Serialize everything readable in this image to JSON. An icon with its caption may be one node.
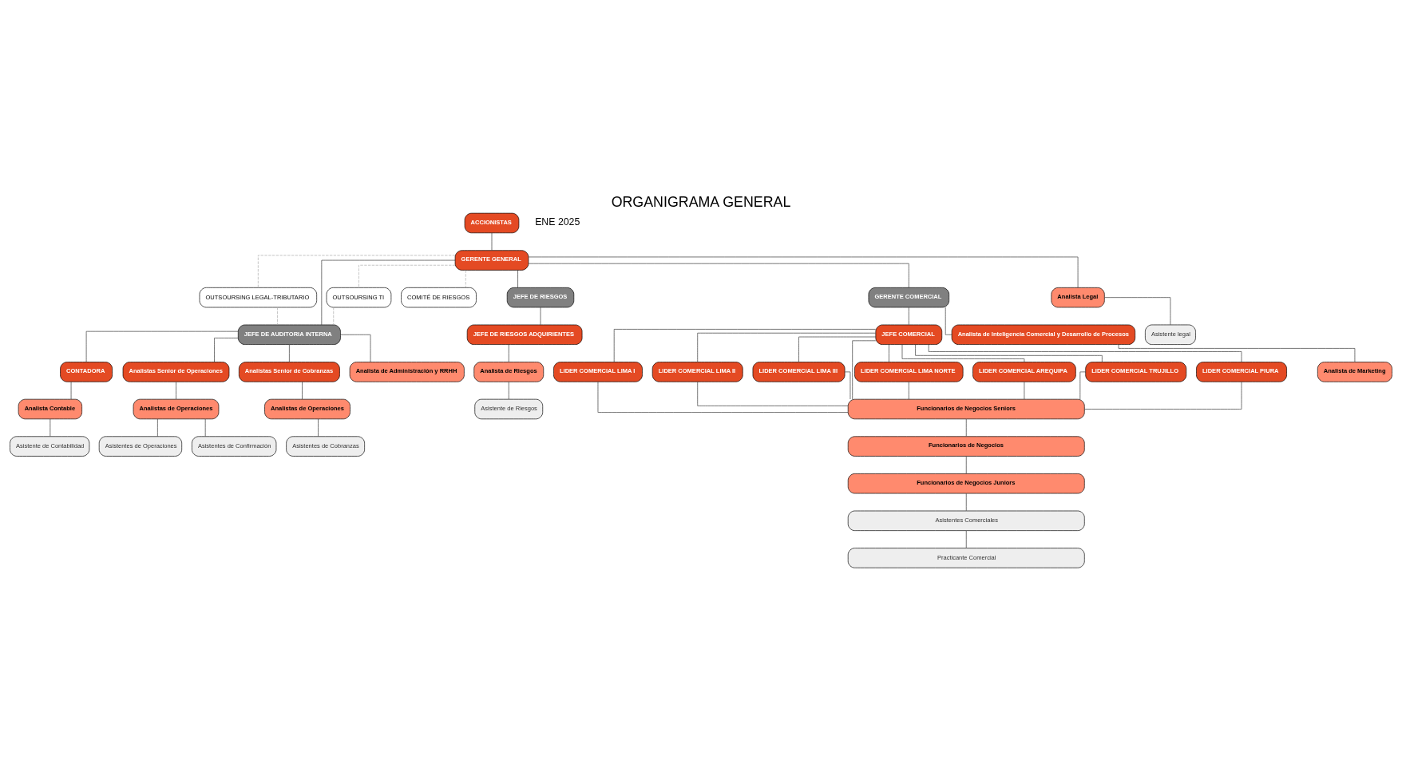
{
  "diagram": {
    "title": "ORGANIGRAMA GENERAL",
    "nodes": [
      {
        "text": [
          "ACCIONISTAS"
        ]
      },
      {
        "text": [
          "GERENTE GENERAL"
        ]
      },
      {
        "text": [
          "OUTSOURSING LEGAL-TRIBUTARIO"
        ]
      },
      {
        "text": [
          "OUTSOURSING TI"
        ]
      },
      {
        "text": [
          "COMITÉ DE RIESGOS"
        ]
      },
      {
        "text": [
          "JEFE DE AUDITORIA INTERNA"
        ]
      },
      {
        "text": [
          "JEFE DE RIESGOS"
        ]
      },
      {
        "text": [
          "GERENTE COMERCIAL"
        ]
      },
      {
        "text": [
          "JEFE COMERCIAL"
        ]
      },
      {
        "text": [
          "CONTADORA"
        ]
      },
      {
        "text": [
          "JEFE DE RIESGOS ADQUIRIENTES"
        ]
      },
      {
        "text": [
          "LIDER COMERCIAL LIMA I"
        ]
      },
      {
        "text": [
          "LIDER COMERCIAL LIMA II"
        ]
      },
      {
        "text": [
          "LIDER COMERCIAL LIMA III"
        ]
      },
      {
        "text": [
          "LIDER COMERCIAL LIMA NORTE"
        ]
      },
      {
        "text": [
          "LIDER COMERCIAL AREQUIPA"
        ]
      },
      {
        "text": [
          "LIDER COMERCIAL TRUJILLO"
        ]
      },
      {
        "text": [
          "LIDER COMERCIAL PIURA"
        ]
      },
      {
        "text": [
          "Analistas Senior de Operaciones"
        ]
      },
      {
        "text": [
          "Analistas Senior de Cobranzas"
        ]
      },
      {
        "text": [
          "Analista de Inteligencia Comercial y Desarrollo de Procesos"
        ]
      },
      {
        "text": [
          "Funcionarios de Negocios Seniors"
        ]
      },
      {
        "text": [
          "Funcionarios de Negocios"
        ]
      },
      {
        "text": [
          "Funcionarios de Negocios Juniors"
        ]
      },
      {
        "text": [
          "Analista Contable"
        ]
      },
      {
        "text": [
          "Analista de Administración y RRHH"
        ]
      },
      {
        "text": [
          "Analistas de Operaciones"
        ]
      },
      {
        "text": [
          "Analistas de Operaciones"
        ]
      },
      {
        "text": [
          "Analista de Riesgos"
        ]
      },
      {
        "text": [
          "Analista de Marketing"
        ]
      },
      {
        "text": [
          "Analista Legal"
        ]
      },
      {
        "text": [
          "Asistente de Contabilidad"
        ]
      },
      {
        "text": [
          "Asistentes de Operaciones"
        ]
      },
      {
        "text": [
          "Asistentes de Confirmación"
        ]
      },
      {
        "text": [
          "Asistentes de Cobranzas"
        ]
      },
      {
        "text": [
          "Asistente de Riesgos"
        ]
      },
      {
        "text": [
          "Asistentes Comerciales"
        ]
      },
      {
        "text": [
          "Practicante Comercial"
        ]
      },
      {
        "text": [
          "Asistente legal"
        ]
      }
    ],
    "edges": [
      {
        "from": 0,
        "to": 1,
        "arrow": "none"
      },
      {
        "from": 1,
        "to": 2,
        "arrow": "none",
        "style": "dashed",
        "color": "#aaaaaa"
      },
      {
        "from": 1,
        "to": 3,
        "arrow": "none",
        "style": "dashed",
        "color": "#aaaaaa"
      },
      {
        "from": 2,
        "to": 5,
        "arrow": "none",
        "style": "dashed",
        "color": "#aaaaaa"
      },
      {
        "from": 3,
        "to": 5,
        "arrow": "none",
        "style": "dashed",
        "color": "#aaaaaa"
      },
      {
        "from": 1,
        "to": 4,
        "arrow": "none",
        "style": "dashed",
        "color": "#aaaaaa"
      },
      {
        "from": 1,
        "to": 5,
        "arrow": "none"
      },
      {
        "from": 1,
        "to": 6,
        "arrow": "none"
      },
      {
        "from": 1,
        "to": 7,
        "arrow": "none"
      },
      {
        "from": 1,
        "to": 30,
        "arrow": "none"
      },
      {
        "from": 5,
        "to": 9,
        "arrow": "none"
      },
      {
        "from": 5,
        "to": 25,
        "arrow": "none"
      },
      {
        "from": 5,
        "to": 18,
        "arrow": "none"
      },
      {
        "from": 5,
        "to": 19,
        "arrow": "none"
      },
      {
        "from": 6,
        "to": 10,
        "arrow": "none"
      },
      {
        "from": 7,
        "to": 8,
        "arrow": "none"
      },
      {
        "from": 7,
        "to": 20,
        "arrow": "none"
      },
      {
        "from": 8,
        "to": 11,
        "arrow": "none"
      },
      {
        "from": 8,
        "to": 12,
        "arrow": "none"
      },
      {
        "from": 8,
        "to": 13,
        "arrow": "none"
      },
      {
        "from": 8,
        "to": 14,
        "arrow": "none"
      },
      {
        "from": 8,
        "to": 15,
        "arrow": "none"
      },
      {
        "from": 8,
        "to": 16,
        "arrow": "none"
      },
      {
        "from": 8,
        "to": 17,
        "arrow": "none"
      },
      {
        "from": 8,
        "to": 21,
        "arrow": "none"
      },
      {
        "from": 11,
        "to": 21,
        "arrow": "none"
      },
      {
        "from": 12,
        "to": 21,
        "arrow": "none"
      },
      {
        "from": 13,
        "to": 21,
        "arrow": "none"
      },
      {
        "from": 14,
        "to": 21,
        "arrow": "none"
      },
      {
        "from": 15,
        "to": 21,
        "arrow": "none"
      },
      {
        "from": 16,
        "to": 21,
        "arrow": "none"
      },
      {
        "from": 17,
        "to": 21,
        "arrow": "none"
      },
      {
        "from": 9,
        "to": 24,
        "arrow": "none"
      },
      {
        "from": 18,
        "to": 26,
        "arrow": "none"
      },
      {
        "from": 19,
        "to": 27,
        "arrow": "none"
      },
      {
        "from": 10,
        "to": 28,
        "arrow": "none"
      },
      {
        "from": 20,
        "to": 29,
        "arrow": "none"
      },
      {
        "from": 21,
        "to": 22,
        "arrow": "none"
      },
      {
        "from": 22,
        "to": 23,
        "arrow": "none"
      },
      {
        "from": 23,
        "to": 36,
        "arrow": "none"
      },
      {
        "from": 36,
        "to": 37,
        "arrow": "none"
      },
      {
        "from": 24,
        "to": 31,
        "arrow": "none"
      },
      {
        "from": 26,
        "to": 32,
        "arrow": "none"
      },
      {
        "from": 26,
        "to": 33,
        "arrow": "none"
      },
      {
        "from": 27,
        "to": 34,
        "arrow": "none"
      },
      {
        "from": 28,
        "to": 35,
        "arrow": "none"
      },
      {
        "from": 30,
        "to": 38,
        "arrow": "none"
      }
    ],
    "labels": [
      "ENE 2025"
    ]
  }
}
